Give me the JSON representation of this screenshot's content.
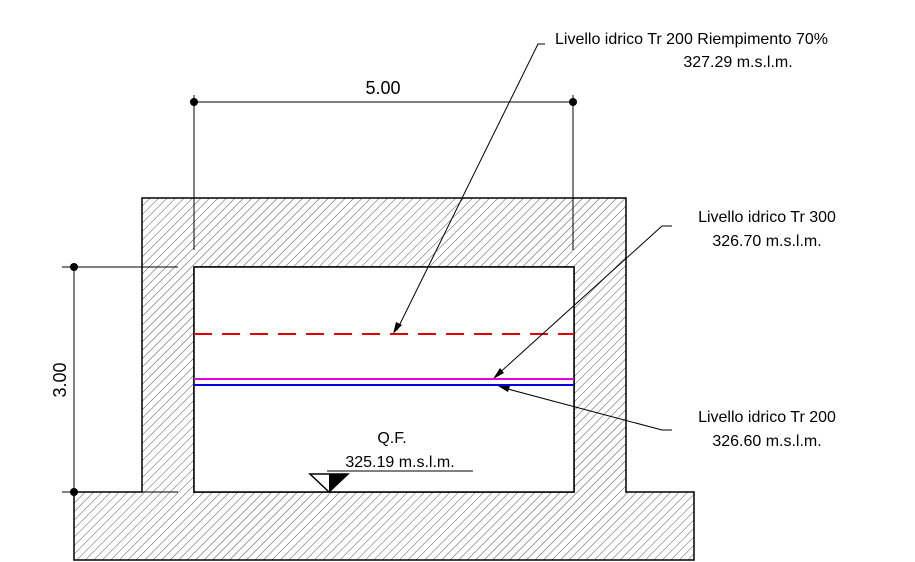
{
  "dimensions": {
    "width_label": "5.00",
    "height_label": "3.00"
  },
  "bottom_level": {
    "title": "Q.F.",
    "value": "325.19 m.s.l.m."
  },
  "water_levels": [
    {
      "title": "Livello idrico Tr 200 Riempimento 70%",
      "value": "327.29 m.s.l.m.",
      "color": "#e00000",
      "style": "dashed"
    },
    {
      "title": "Livello idrico Tr 300",
      "value": "326.70 m.s.l.m.",
      "color": "#e000e0",
      "style": "solid"
    },
    {
      "title": "Livello idrico Tr 200",
      "value": "326.60 m.s.l.m.",
      "color": "#0000e0",
      "style": "solid"
    }
  ]
}
